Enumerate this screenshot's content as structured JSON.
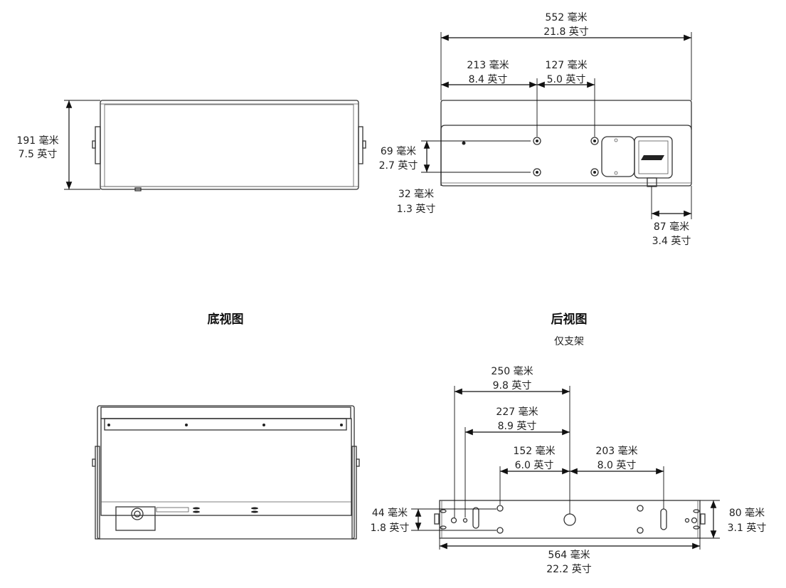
{
  "titles": {
    "bottom_view": "底视图",
    "rear_view": "后视图",
    "rear_view_note": "仅支架"
  },
  "front_view": {
    "height": {
      "mm": "191 毫米",
      "in": "7.5 英寸"
    }
  },
  "rear_view": {
    "overall_width": {
      "mm": "552 毫米",
      "in": "21.8 英寸"
    },
    "hole_offset": {
      "mm": "213 毫米",
      "in": "8.4 英寸"
    },
    "hole_spacing_h": {
      "mm": "127 毫米",
      "in": "5.0 英寸"
    },
    "hole_spacing_v": {
      "mm": "69 毫米",
      "in": "2.7 英寸"
    },
    "hole_bottom": {
      "mm": "32 毫米",
      "in": "1.3 英寸"
    },
    "connector_offset": {
      "mm": "87 毫米",
      "in": "3.4 英寸"
    }
  },
  "bracket": {
    "d250": {
      "mm": "250 毫米",
      "in": "9.8 英寸"
    },
    "d227": {
      "mm": "227 毫米",
      "in": "8.9 英寸"
    },
    "d152": {
      "mm": "152 毫米",
      "in": "6.0 英寸"
    },
    "d203": {
      "mm": "203 毫米",
      "in": "8.0 英寸"
    },
    "d44": {
      "mm": "44 毫米",
      "in": "1.8 英寸"
    },
    "d80": {
      "mm": "80 毫米",
      "in": "3.1 英寸"
    },
    "d564": {
      "mm": "564 毫米",
      "in": "22.2 英寸"
    }
  }
}
